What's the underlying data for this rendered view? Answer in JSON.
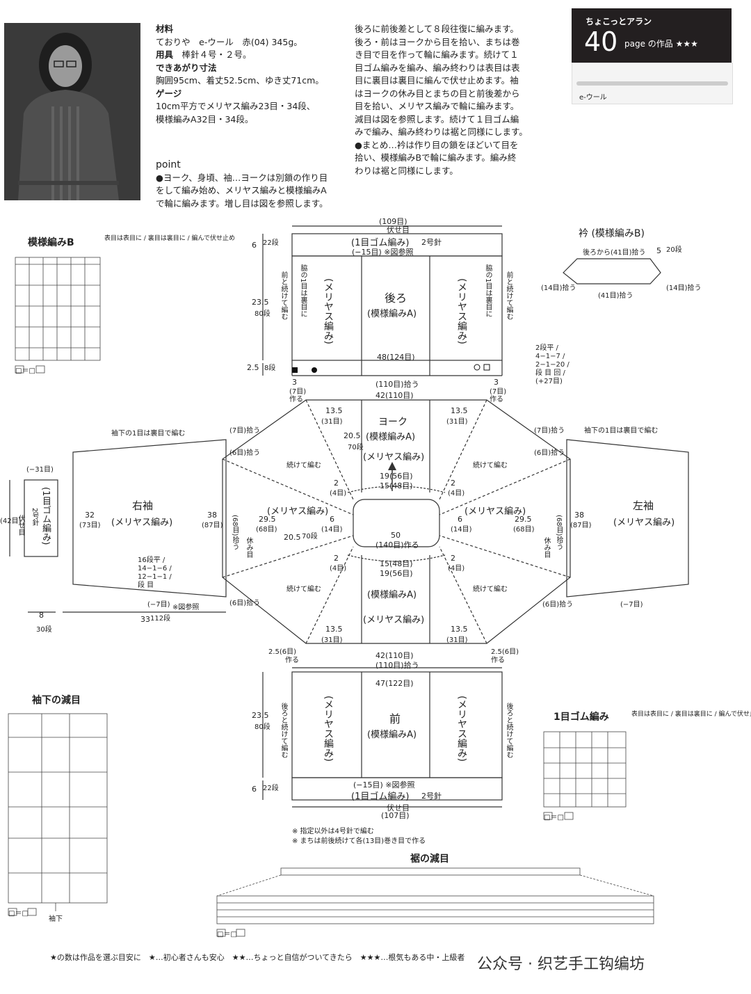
{
  "header": {
    "series": "ちょこっとアラン",
    "page_number": "40",
    "page_label": "page の作品 ★★★",
    "yarn_label": "e-ウール"
  },
  "spec": {
    "materials_h": "材料",
    "materials": "ておりや　e-ウール　赤(04) 345g。",
    "tools_h": "用具",
    "tools": "棒針４号・２号。",
    "size_h": "できあがり寸法",
    "size": "胸囲95cm、着丈52.5cm、ゆき丈71cm。",
    "gauge_h": "ゲージ",
    "gauge1": "10cm平方でメリヤス編み23目・34段、",
    "gauge2": "模様編みA32目・34段。",
    "point_h": "point",
    "point1": "●ヨーク、身頃、袖…ヨークは別鎖の作り目",
    "point2": "をして編み始め、メリヤス編みと模様編みA",
    "point3": "で輪に編みます。増し目は図を参照します。"
  },
  "col2": [
    "後ろに前後差として８段往復に編みます。",
    "後ろ・前はヨークから目を拾い、まちは巻",
    "き目で目を作って輪に編みます。続けて１",
    "目ゴム編みを編み、編み終わりは表目は表",
    "目に裏目は裏目に編んで伏せ止めます。袖",
    "はヨークの休み目とまちの目と前後差から",
    "目を拾い、メリヤス編みで輪に編みます。",
    "減目は図を参照します。続けて１目ゴム編",
    "みで編み、編み終わりは裾と同様にします。",
    "●まとめ…衿は作り目の鎖をほどいて目を",
    "拾い、模様編みBで輪に編みます。編み終",
    "わりは裾と同様にします。"
  ],
  "diagram": {
    "back_title": "後ろ",
    "front_title": "前",
    "pattern_a": "(模様編みA)",
    "stockinette": "(メリヤス編み)",
    "rib": "(1目ゴム編み)",
    "needle2": "2号針",
    "yoke": "ヨーク",
    "right_sleeve": "右袖",
    "left_sleeve": "左袖",
    "collar_title": "衿 (模様編みB)",
    "pattern_b_title": "模様編みB",
    "rib_chart_title": "1目ゴム編み",
    "sleeve_dec_title": "袖下の減目",
    "hem_dec_title": "裾の減目",
    "bind_off": "伏せ目",
    "back_width_top": "(109目)",
    "front_width_bottom": "(107目)",
    "minus15": "(−15目) ※図参照",
    "back_48": "48(124目)",
    "front_47": "47(122目)",
    "pick_110": "(110目)拾う",
    "width_42": "42(110目)",
    "yoke_50": "50",
    "yoke_140": "(140目)作る",
    "yoke_19": "19(56目)",
    "yoke_15": "15(48目)",
    "yoke_135": "13.5",
    "yoke_31": "(31目)",
    "yoke_205": "20.5",
    "yoke_70": "70段",
    "yoke_2": "2",
    "yoke_4": "(4目)",
    "yoke_6": "6",
    "yoke_14": "(14目)",
    "continue": "続けて編む",
    "body_235": "23.5",
    "body_80": "80段",
    "rib_6": "6",
    "rib_22": "22段",
    "back_25": "2.5",
    "back_8": "8段",
    "gusset_3": "3",
    "gusset_7": "(7目)",
    "gusset_make": "作る",
    "side_text_back": "脇の1目は裏目に",
    "side_cont_back": "前と続けて編む",
    "side_cont_front": "後ろと続けて編む",
    "sleeve_32": "32",
    "sleeve_73": "(73目)",
    "sleeve_38": "38",
    "sleeve_87": "(87目)",
    "sleeve_295": "29.5",
    "sleeve_68": "(68目)",
    "sleeve_68pick": "(68目)拾う",
    "sleeve_33": "33",
    "sleeve_112": "112段",
    "sleeve_8": "8",
    "sleeve_30": "30段",
    "sleeve_minus31": "(−31目)",
    "sleeve_42": "(42目)",
    "sleeve_minus7": "(−7目)",
    "sleeve_note": "※図参照",
    "sleeve_under": "袖下の1目は裏目で編む",
    "sleeve_rest": "休み目",
    "dec_rule": "16段平 / 14−1−6 / 12−1−1 / 段 目",
    "inc_rule": "2段平 / 4−1−7 / 2−1−20 / 段 目 回 / (+27目)",
    "pick7": "(7目)拾う",
    "pick6": "(6目)拾う",
    "from": "から",
    "collar_14": "(14目)拾う",
    "collar_41": "(41目)拾う",
    "collar_back": "後ろから(41目)拾う",
    "collar_5": "5",
    "collar_20": "20段",
    "front_25": "2.5(6目)",
    "front_make": "作る",
    "note1": "※ 指定以外は4号針で編む",
    "note2": "※ まちは前後続けて各(13目)巻き目で作る",
    "chart_note": "表目は表目に / 裏目は裏目に / 編んで伏せ止め",
    "legend": "□＝□",
    "armpit": "袖下"
  },
  "footer": {
    "text": "★の数は作品を選ぶ目安に　★…初心者さんも安心　★★…ちょっと自信がついてきたら　★★★…根気もある中・上級者",
    "watermark": "公众号 · 织艺手工钩编坊"
  }
}
